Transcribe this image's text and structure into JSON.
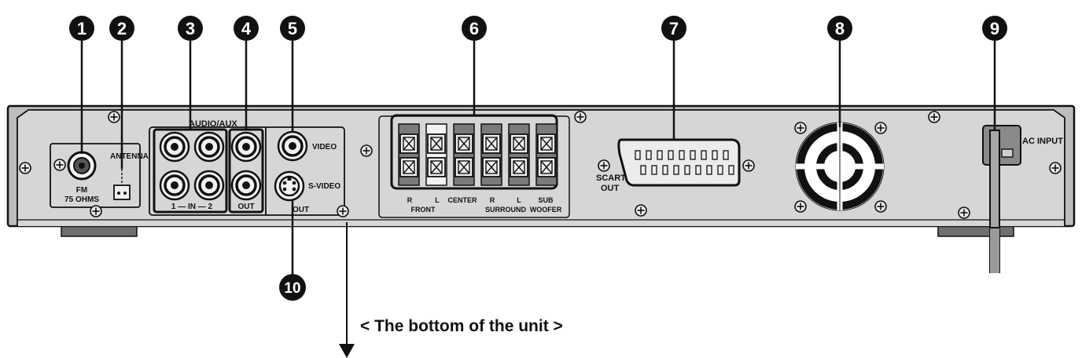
{
  "callouts": [
    "1",
    "2",
    "3",
    "4",
    "5",
    "6",
    "7",
    "8",
    "9",
    "10"
  ],
  "labels": {
    "antenna": "ANTENNA",
    "fm": "FM",
    "ohms": "75 OHMS",
    "audio_aux": "AUDIO/AUX",
    "in": "1 — IN — 2",
    "out": "OUT",
    "video": "VIDEO",
    "svideo": "S-VIDEO",
    "svideo_out": "OUT",
    "spk_r1": "R",
    "spk_l1": "L",
    "spk_center": "CENTER",
    "spk_r2": "R",
    "spk_l2": "L",
    "spk_sub": "SUB",
    "front": "FRONT",
    "surround": "SURROUND",
    "woofer": "WOOFER",
    "scart": "SCART",
    "scart_out": "OUT",
    "ac_input": "AC INPUT"
  },
  "caption": "< The bottom of the unit >",
  "colors": {
    "panel": "#d6d6d6",
    "panel_dark": "#a9a9a9",
    "ink": "#111111",
    "callout_fill": "#111111"
  }
}
